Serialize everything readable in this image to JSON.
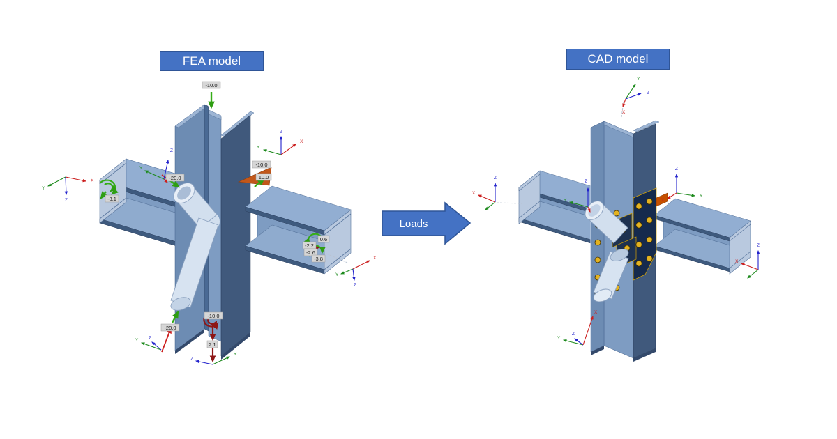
{
  "titles": {
    "fea": "FEA model",
    "cad": "CAD model"
  },
  "transfer_arrow": {
    "label": "Loads"
  },
  "axis_letters": {
    "x": "X",
    "y": "Y",
    "z": "Z"
  },
  "fea_loads": {
    "top_force": "-10.0",
    "patch_force_a": "-10.0",
    "patch_force_b": "10.0",
    "left_end_moment": "-3.1",
    "tube_axial_force": "-20.0",
    "right_end_moment_1": "0.6",
    "right_end_moment_2": "-2.2",
    "right_end_moment_3": "-2.6",
    "right_end_moment_4": "-3.8",
    "base_moment": "-10.0",
    "base_force": "2.1",
    "tube_base_force": "-20.0"
  },
  "colors": {
    "title_bg": "#4472c4",
    "title_border": "#2f5597",
    "title_text": "#ffffff",
    "arrow_fill": "#4472c4",
    "steel_light": "#92aed2",
    "steel_mid": "#7e9cc2",
    "steel_dark": "#40597c",
    "plate_navy": "#152a4d",
    "bolt_yellow": "#d9a400",
    "load_patch_orange": "#c2571a",
    "force_green": "#35ad17",
    "reaction_dark_red": "#8e1616",
    "axis_x": "#cc1f1f",
    "axis_y": "#1d8a1d",
    "axis_z": "#2222cc",
    "load_label_bg": "#d6d6d6",
    "background": "#ffffff"
  }
}
